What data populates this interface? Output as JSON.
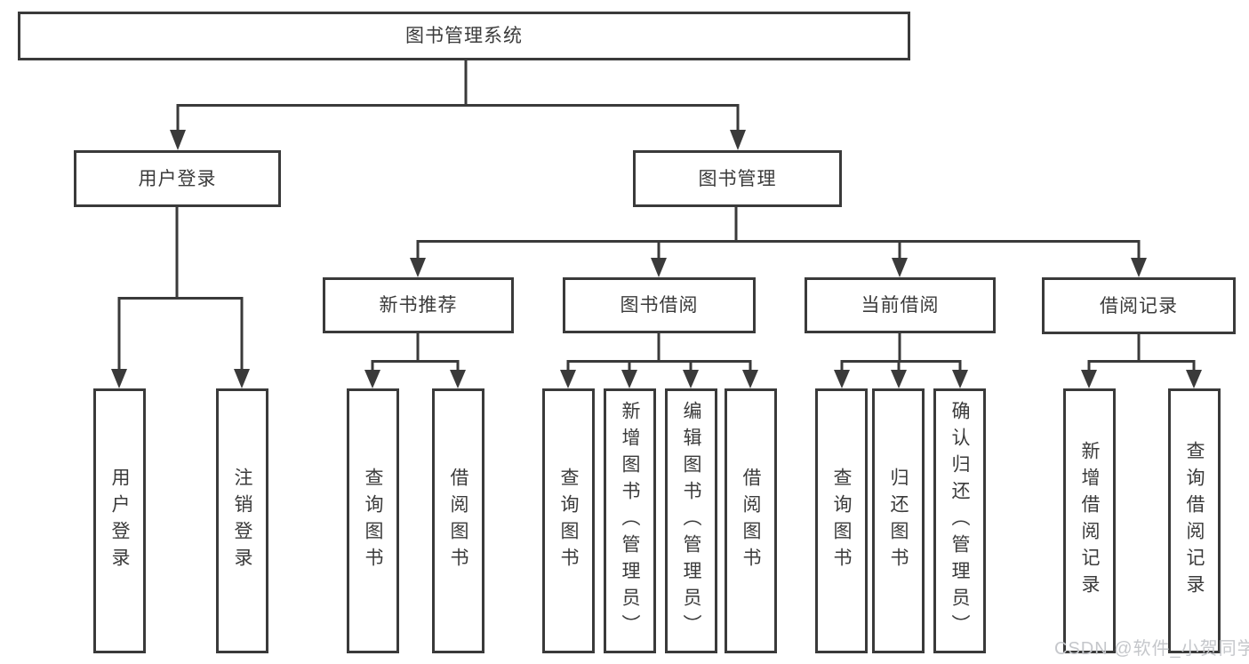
{
  "diagram": {
    "title": "图书管理系统",
    "watermark": "CSDN @软件_小贺同学",
    "colors": {
      "line": "#3a3a3a",
      "box_border": "#3a3a3a",
      "text": "#3b3b3b",
      "background": "#ffffff",
      "watermark": "#c5c7cb"
    },
    "nodes": {
      "root": {
        "label": "图书管理系统"
      },
      "level2": [
        {
          "label": "用户登录"
        },
        {
          "label": "图书管理"
        }
      ],
      "level3": [
        {
          "label": "新书推荐",
          "parent": "图书管理"
        },
        {
          "label": "图书借阅",
          "parent": "图书管理"
        },
        {
          "label": "当前借阅",
          "parent": "图书管理"
        },
        {
          "label": "借阅记录",
          "parent": "图书管理"
        }
      ],
      "leaves": [
        {
          "label": "用户登录",
          "parent": "用户登录"
        },
        {
          "label": "注销登录",
          "parent": "用户登录"
        },
        {
          "label": "查询图书",
          "parent": "新书推荐"
        },
        {
          "label": "借阅图书",
          "parent": "新书推荐"
        },
        {
          "label": "查询图书",
          "parent": "图书借阅"
        },
        {
          "label": "新增图书（管理员）",
          "parent": "图书借阅"
        },
        {
          "label": "编辑图书（管理员）",
          "parent": "图书借阅"
        },
        {
          "label": "借阅图书",
          "parent": "图书借阅"
        },
        {
          "label": "查询图书",
          "parent": "当前借阅"
        },
        {
          "label": "归还图书",
          "parent": "当前借阅"
        },
        {
          "label": "确认归还（管理员）",
          "parent": "当前借阅"
        },
        {
          "label": "新增借阅记录",
          "parent": "借阅记录"
        },
        {
          "label": "查询借阅记录",
          "parent": "借阅记录"
        }
      ]
    }
  }
}
